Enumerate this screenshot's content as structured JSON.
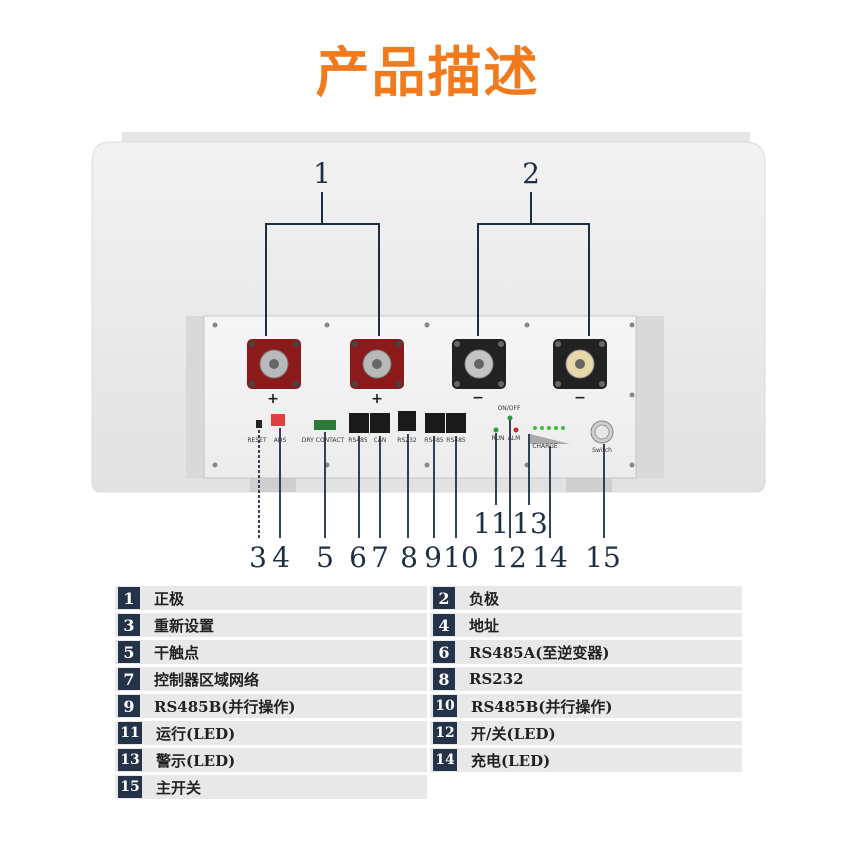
{
  "title": "产品描述",
  "callouts": {
    "top": [
      "1",
      "2"
    ],
    "bottom": [
      "3",
      "4",
      "5",
      "6",
      "7",
      "8",
      "9",
      "10",
      "11",
      "12",
      "13",
      "14",
      "15"
    ]
  },
  "panel_labels": {
    "reset": "RESET",
    "ads": "ADS",
    "dry_contact": "DRY CONTACT",
    "rs485": "RS485",
    "can": "CAN",
    "rs232": "RS232",
    "rs485_2": "RS485",
    "rs485_3": "RS485",
    "on_off": "ON/OFF",
    "run": "RUN",
    "alm": "ALM",
    "charge": "CHARGE",
    "switch": "Switch"
  },
  "polarity": [
    "+",
    "+",
    "−",
    "−"
  ],
  "legend": [
    {
      "num": "1",
      "text": "正极"
    },
    {
      "num": "2",
      "text": "负极"
    },
    {
      "num": "3",
      "text": "重新设置"
    },
    {
      "num": "4",
      "text": "地址"
    },
    {
      "num": "5",
      "text": "干触点"
    },
    {
      "num": "6",
      "text": "RS485A(至逆变器)"
    },
    {
      "num": "7",
      "text": "控制器区域网络"
    },
    {
      "num": "8",
      "text": "RS232"
    },
    {
      "num": "9",
      "text": "RS485B(并行操作)"
    },
    {
      "num": "10",
      "text": "RS485B(并行操作)"
    },
    {
      "num": "11",
      "text": "运行(LED)"
    },
    {
      "num": "12",
      "text": "开/关(LED)"
    },
    {
      "num": "13",
      "text": "警示(LED)"
    },
    {
      "num": "14",
      "text": "充电(LED)"
    },
    {
      "num": "15",
      "text": "主开关"
    }
  ],
  "colors": {
    "title": "#f07a1c",
    "label": "#1e2f44",
    "legend_badge": "#24324a",
    "legend_row": "#e8e8e8",
    "positive_terminal": "#8b1a1a",
    "negative_terminal": "#222222"
  }
}
